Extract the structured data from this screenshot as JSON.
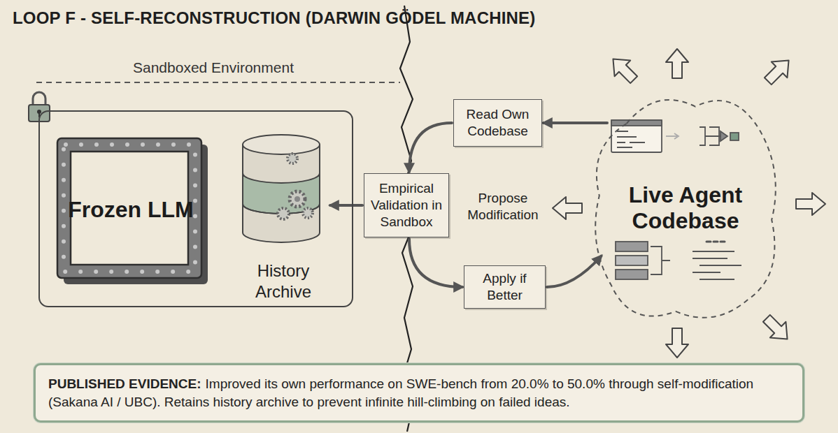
{
  "diagram": {
    "title": "LOOP F - SELF-RECONSTRUCTION (DARWIN GÖDEL MACHINE)",
    "nodes": [
      {
        "text": [
          "Sandboxed Environment"
        ]
      },
      {
        "text": [
          "Frozen LLM"
        ],
        "in": 0
      },
      {
        "text": [
          "History Archive"
        ],
        "in": 0
      },
      {
        "text": [
          "Read Own Codebase"
        ]
      },
      {
        "text": [
          "Empirical Validation in Sandbox"
        ]
      },
      {
        "text": [
          "Apply if Better"
        ]
      },
      {
        "text": [
          "Live Agent Codebase"
        ]
      },
      {
        "text": [
          "PUBLISHED EVIDENCE:",
          "Improved its own performance on SWE-bench from 20.0% to 50.0% through self-modification (Sakana AI / UBC). Retains history archive to prevent infinite hill-climbing on failed ideas."
        ]
      }
    ],
    "edges": [
      {
        "from": 6,
        "to": 3,
        "arrow": "to"
      },
      {
        "from": 3,
        "to": 4,
        "arrow": "to"
      },
      {
        "from": 4,
        "to": 2,
        "arrow": "to"
      },
      {
        "from": 4,
        "to": 5,
        "arrow": "to"
      },
      {
        "from": 5,
        "to": 6,
        "arrow": "to"
      }
    ],
    "labels": [
      "Propose Modification"
    ]
  }
}
